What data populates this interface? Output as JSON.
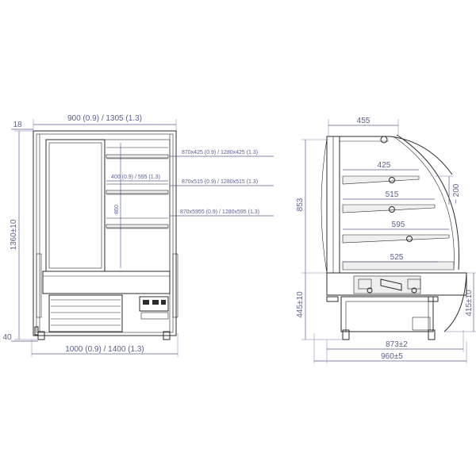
{
  "front_view": {
    "top_width": "900 (0.9) / 1305 (1.3)",
    "side_offset": "18",
    "height": "1360±10",
    "base": "40",
    "bottom_width": "1000 (0.9) / 1400 (1.3)",
    "shelf_top": "870x425 (0.9) / 1280x425 (1.3)",
    "shelf_inner": "400 (0.9) / 595 (1.3)",
    "shelf_mid": "870x515 (0.9) / 1280x515 (1.3)",
    "shelf_low": "870x5955 (0.9) / 1280x595 (1.3)",
    "inner_height": "860"
  },
  "side_view": {
    "top_depth": "455",
    "shelf1": "425",
    "shelf2": "515",
    "shelf3": "595",
    "shelf4": "525",
    "shelf_pitch": "200",
    "upper_height": "853",
    "lower_height": "445±10",
    "right_height": "415±10",
    "base_depth": "873±2",
    "total_depth": "960±5"
  }
}
